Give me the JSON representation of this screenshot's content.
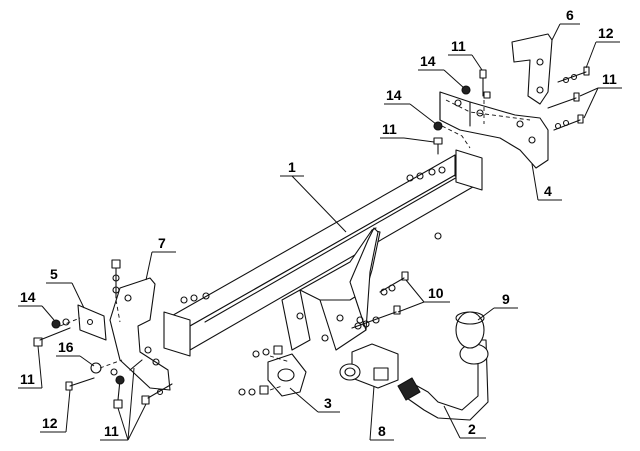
{
  "diagram": {
    "callouts": {
      "c1": "1",
      "c2": "2",
      "c3": "3",
      "c4": "4",
      "c5": "5",
      "c6": "6",
      "c7": "7",
      "c8": "8",
      "c9": "9",
      "c10": "10",
      "c11_top": "11",
      "c11_mid": "11",
      "c11_right": "11",
      "c11_left": "11",
      "c11_bottom": "11",
      "c12_right": "12",
      "c12_left": "12",
      "c14_top": "14",
      "c14_mid": "14",
      "c14_left": "14",
      "c16": "16"
    }
  }
}
